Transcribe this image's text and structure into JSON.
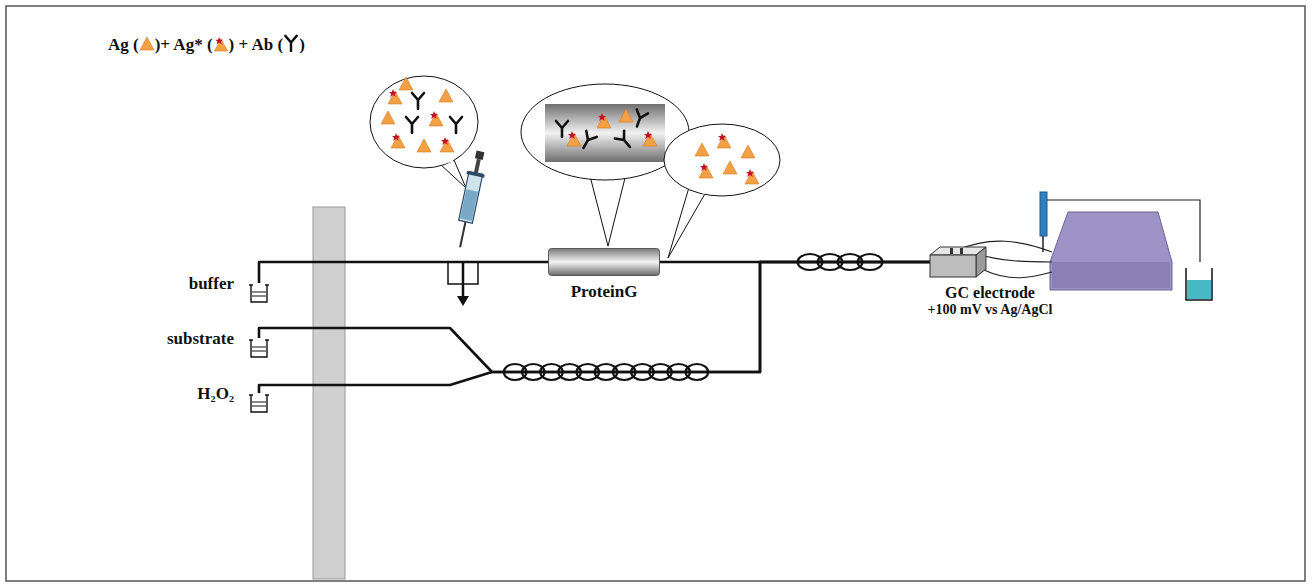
{
  "diagram": {
    "nodes": [
      {
        "text": [
          "buffer"
        ]
      },
      {
        "text": [
          "substrate"
        ]
      },
      {
        "text": [
          "H₂O₂"
        ]
      },
      {
        "text": [
          "ProteinG"
        ]
      },
      {
        "text": [
          "GC electrode",
          "+100 mV vs Ag/AgCl"
        ]
      }
    ],
    "edges": [
      {
        "from": 0,
        "to": 3,
        "arrow": "none"
      },
      {
        "from": 3,
        "to": 4,
        "arrow": "none"
      },
      {
        "from": 1,
        "to": 4,
        "arrow": "none"
      },
      {
        "from": 2,
        "to": 4,
        "arrow": "none"
      }
    ],
    "labels": [
      "Ag (",
      ")+ Ag* (",
      ") + Ab (",
      ")"
    ]
  }
}
